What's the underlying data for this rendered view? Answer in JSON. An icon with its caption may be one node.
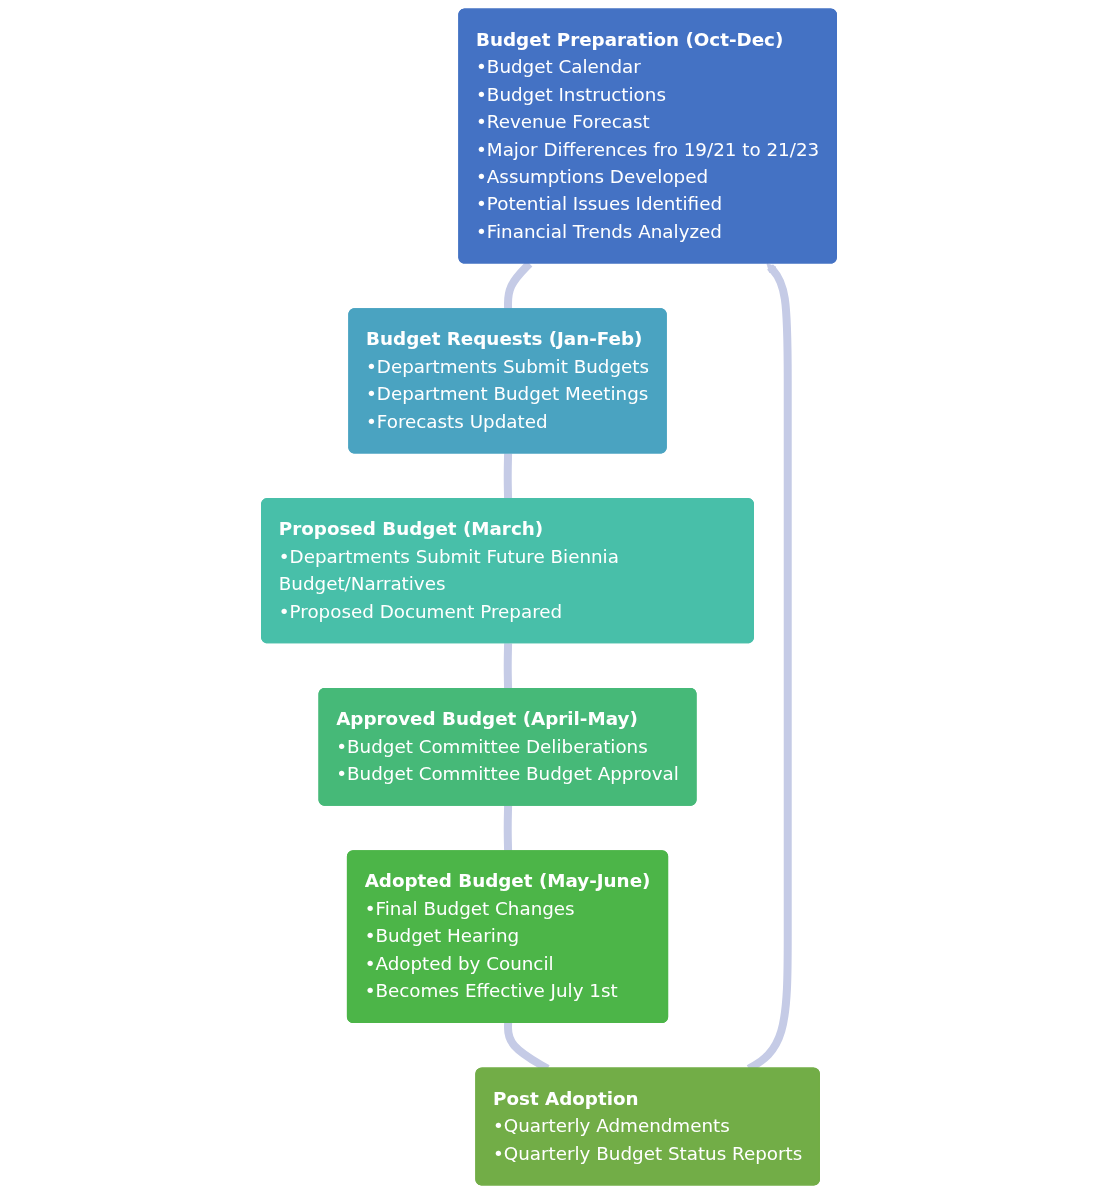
{
  "diagram": {
    "nodes": [
      {
        "text": [
          "Budget Preparation (Oct-Dec)",
          "•Budget Calendar",
          "•Budget Instructions",
          "•Revenue Forecast",
          "•Major Differences fro 19/21 to 21/23",
          "•Assumptions Developed",
          "•Potential Issues Identified",
          "•Financial Trends Analyzed"
        ]
      },
      {
        "text": [
          "Budget Requests (Jan-Feb)",
          "•Departments Submit Budgets",
          "•Department Budget Meetings",
          "•Forecasts Updated"
        ]
      },
      {
        "text": [
          "Proposed Budget (March)",
          "•Departments Submit Future Biennia Budget/Narratives",
          "•Proposed Document Prepared"
        ]
      },
      {
        "text": [
          "Approved Budget (April-May)",
          "•Budget Committee Deliberations",
          "•Budget Committee Budget Approval"
        ]
      },
      {
        "text": [
          "Adopted Budget (May-June)",
          "•Final Budget Changes",
          "•Budget Hearing",
          "•Adopted by Council",
          "•Becomes Effective July 1st"
        ]
      },
      {
        "text": [
          "Post Adoption",
          "•Quarterly Admendments",
          "•Quarterly Budget Status Reports"
        ]
      }
    ],
    "edges": [
      {
        "from": 0,
        "to": 1,
        "arrow": "none"
      },
      {
        "from": 1,
        "to": 2,
        "arrow": "none"
      },
      {
        "from": 2,
        "to": 3,
        "arrow": "none"
      },
      {
        "from": 3,
        "to": 4,
        "arrow": "none"
      },
      {
        "from": 4,
        "to": 5,
        "arrow": "none"
      },
      {
        "from": 5,
        "to": 0,
        "arrow": "to"
      }
    ]
  }
}
